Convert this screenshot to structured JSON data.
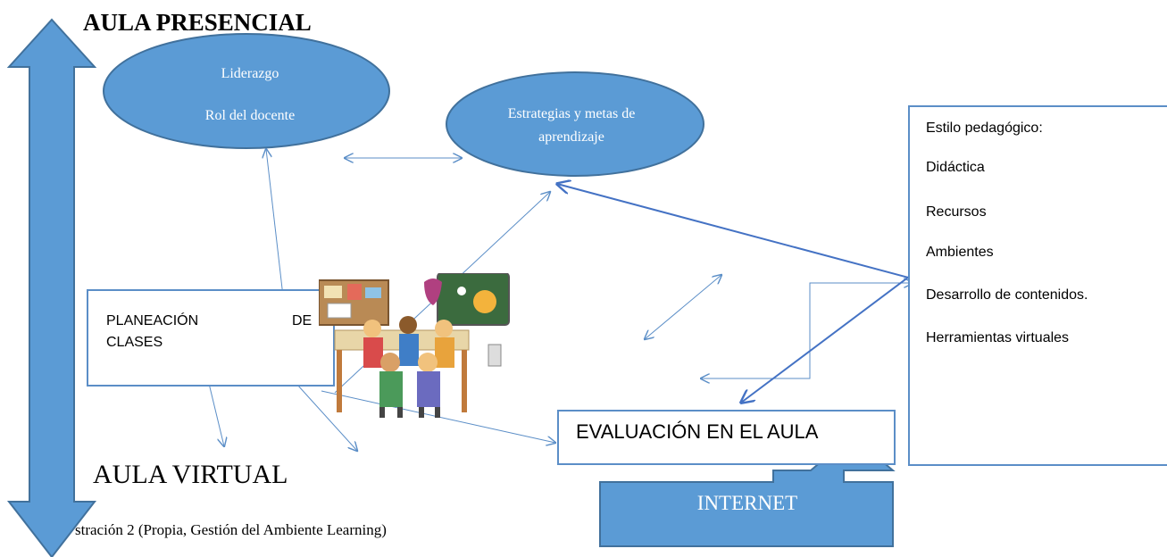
{
  "title": "AULA PRESENCIAL",
  "virtual_label": "AULA VIRTUAL",
  "caption": "stración 2 (Propia, Gestión del Ambiente Learning)",
  "ellipse_leadership": {
    "line1": "Liderazgo",
    "line2": "Rol del docente"
  },
  "ellipse_strategies": {
    "line1": "Estrategias y metas de",
    "line2": "aprendizaje"
  },
  "planning_box": {
    "word1": "PLANEACIÓN",
    "word2": "DE",
    "word3": "CLASES"
  },
  "evaluation_box": {
    "label": "EVALUACIÓN EN EL AULA"
  },
  "style_box": {
    "lines": [
      "Estilo pedagógico:",
      "Didáctica",
      "Recursos",
      "Ambientes",
      "Desarrollo de contenidos.",
      "Herramientas virtuales"
    ]
  },
  "internet_label": "INTERNET",
  "colors": {
    "shape_fill": "#5b9bd5",
    "shape_stroke": "#41719c",
    "connector": "#5b8ec7",
    "white": "#ffffff"
  },
  "icons": {
    "classroom_illustration": "classroom-illustration"
  }
}
